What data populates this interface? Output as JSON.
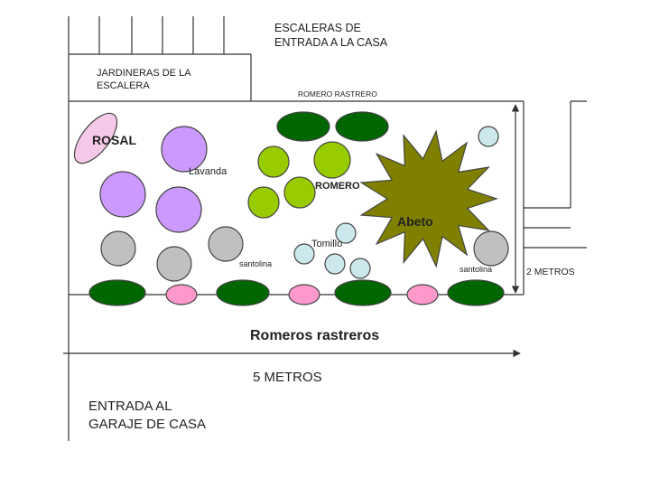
{
  "labels": {
    "stairs_entry": [
      "ESCALERAS DE",
      "ENTRADA A LA CASA"
    ],
    "stair_planters": [
      "JARDINERAS DE LA",
      "ESCALERA"
    ],
    "top_creeping_rosemary": "ROMERO RASTRERO",
    "rose": "ROSAL",
    "lavender": "Lavanda",
    "rosemary": "ROMERO",
    "fir": "Abeto",
    "thyme": "Tomillo",
    "santolina_left": "santolina",
    "santolina_right": "santolina",
    "two_meters": "2 METROS",
    "creeping_rosemaries": "Romeros rastreros",
    "five_meters": "5 METROS",
    "garage_entry": [
      "ENTRADA AL",
      "GARAJE DE CASA"
    ]
  },
  "colors": {
    "rosal": "#f6c9e9",
    "lavanda": "#cc99ff",
    "romero": "#99cc00",
    "romero_rastrero": "#006600",
    "abeto": "#808000",
    "tomillo": "#cce8ec",
    "santolina": "#c0c0c0",
    "flor_rosa": "#ff99cc",
    "line": "#333333"
  }
}
